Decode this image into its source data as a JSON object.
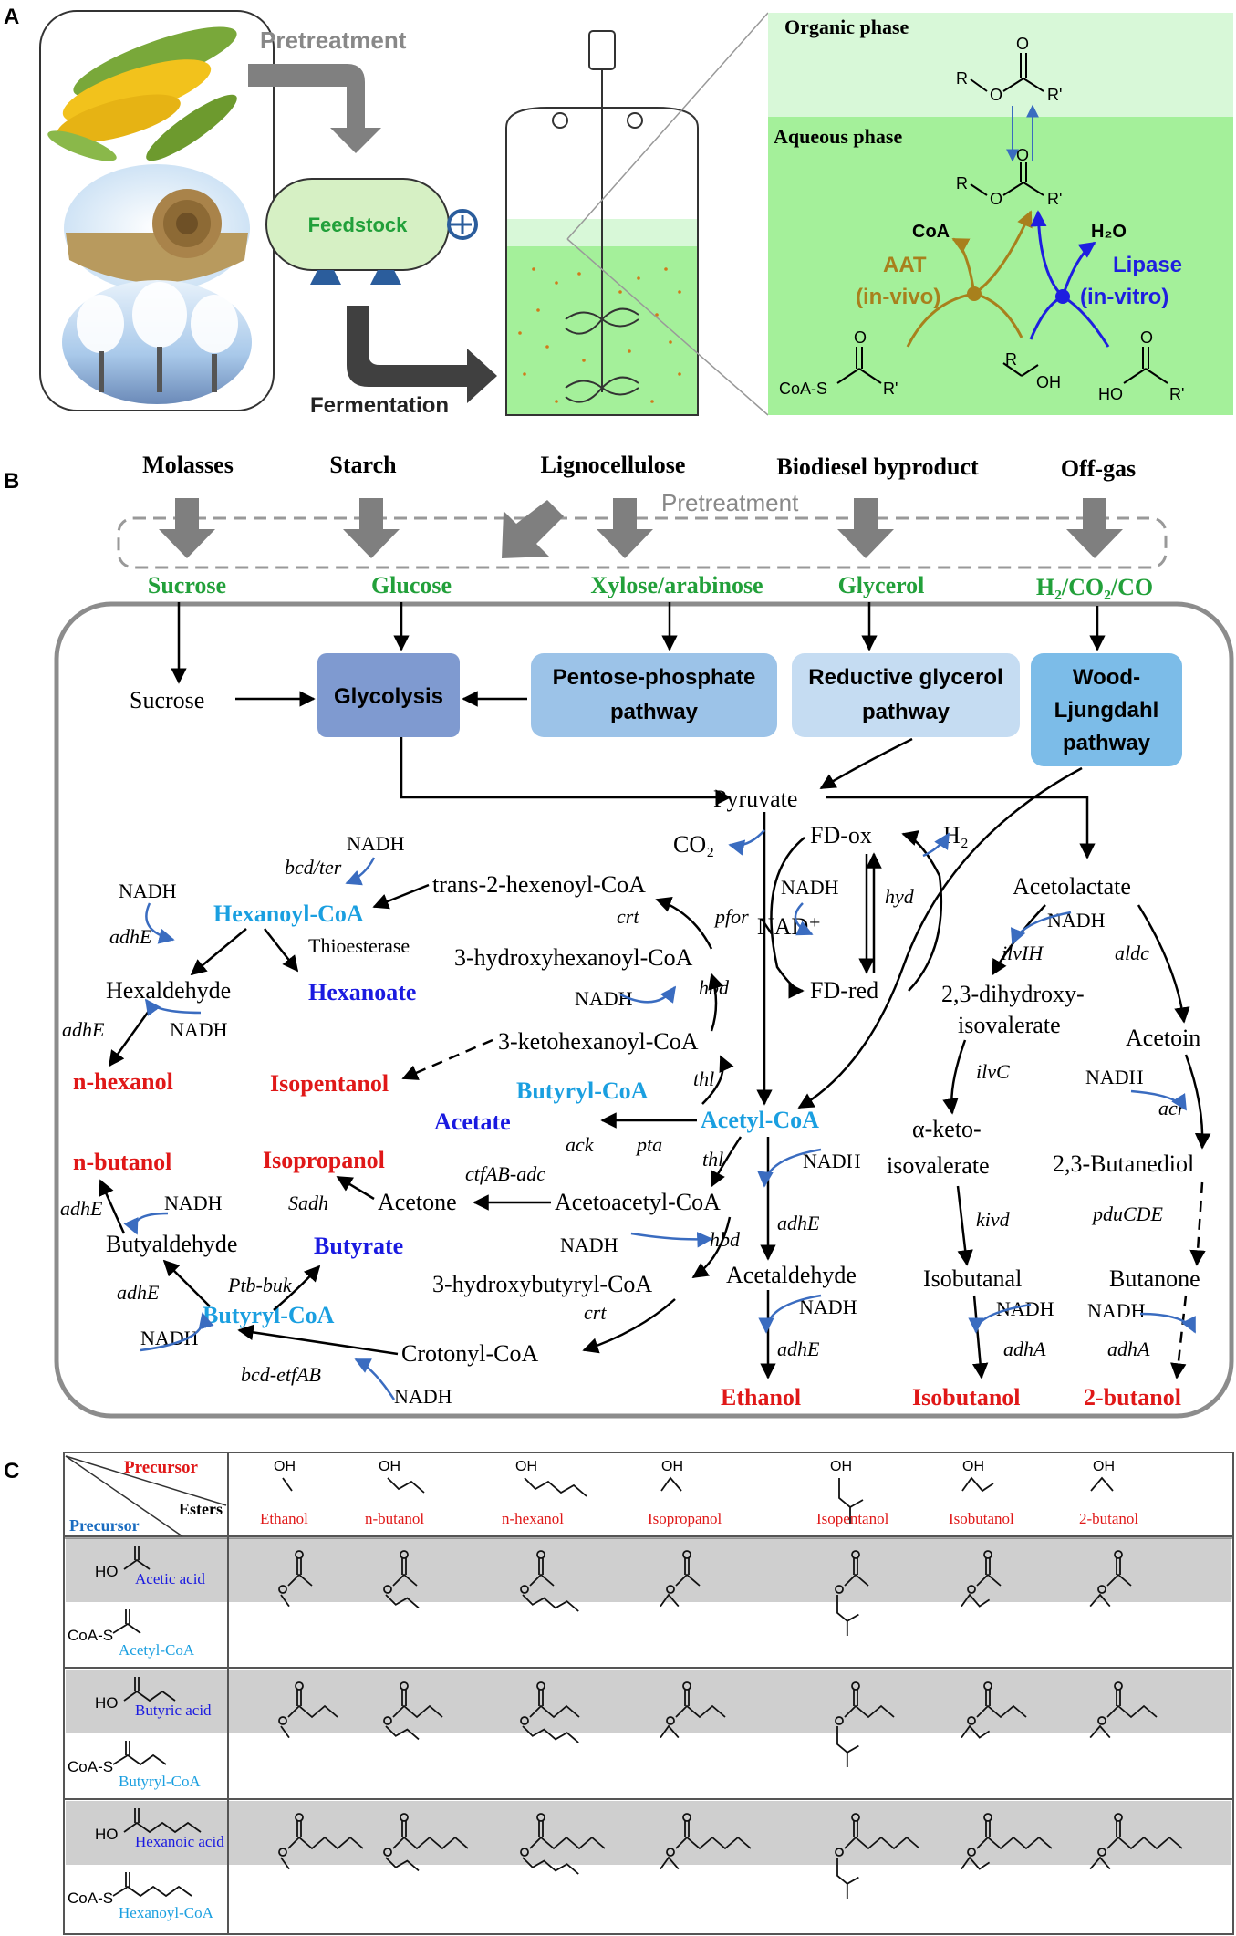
{
  "panels": {
    "a": "A",
    "b": "B",
    "c": "C"
  },
  "panel_a": {
    "pretreatment": "Pretreatment",
    "feedstock": "Feedstock",
    "fermentation": "Fermentation",
    "organic_phase": "Organic phase",
    "aqueous_phase": "Aqueous phase",
    "coa": "CoA",
    "h2o": "H₂O",
    "aat": "AAT",
    "aat_mode": "(in-vivo)",
    "lipase": "Lipase",
    "lipase_mode": "(in-vitro)",
    "r": "R",
    "r_prime": "R'",
    "o": "O",
    "oh": "OH",
    "ho": "HO",
    "coa_s": "CoA-S",
    "colors": {
      "organic": "#d8f8d8",
      "aqueous": "#a4f09a",
      "aat": "#a8801c",
      "lipase": "#1e1ee0",
      "arrow": "#808080",
      "arrow_dark": "#404040"
    }
  },
  "panel_b": {
    "sources": [
      "Molasses",
      "Starch",
      "Lignocellulose",
      "Biodiesel byproduct",
      "Off-gas"
    ],
    "pretreatment": "Pretreatment",
    "sugars": [
      "Sucrose",
      "Glucose",
      "Xylose/arabinose",
      "Glycerol",
      "H₂/CO₂/CO"
    ],
    "pathways": {
      "glycolysis": "Glycolysis",
      "ppp1": "Pentose-phosphate",
      "ppp2": "pathway",
      "rgp1": "Reductive glycerol",
      "rgp2": "pathway",
      "wlp1": "Wood-",
      "wlp2": "Ljungdahl",
      "wlp3": "pathway"
    },
    "metabolites": {
      "sucrose": "Sucrose",
      "pyruvate": "Pyruvate",
      "co2": "CO₂",
      "fd_ox": "FD-ox",
      "h2": "H₂",
      "nad_plus": "NAD⁺",
      "fd_red": "FD-red",
      "hexenoyl": "trans-2-hexenoyl-CoA",
      "hydroxyhexanoyl": "3-hydroxyhexanoyl-CoA",
      "ketohexanoyl": "3-ketohexanoyl-CoA",
      "hexanoyl": "Hexanoyl-CoA",
      "thioesterase": "Thioesterase",
      "hexaldehyde": "Hexaldehyde",
      "hexanoate": "Hexanoate",
      "n_hexanol": "n-hexanol",
      "isopentanol": "Isopentanol",
      "butyryl_1": "Butyryl-CoA",
      "acetate": "Acetate",
      "acetyl": "Acetyl-CoA",
      "n_butanol": "n-butanol",
      "isopropanol": "Isopropanol",
      "acetone": "Acetone",
      "acetoacetyl": "Acetoacetyl-CoA",
      "butyraldehyde": "Butyaldehyde",
      "butyrate": "Butyrate",
      "hydroxybutyryl": "3-hydroxybutyryl-CoA",
      "butyryl_2": "Butyryl-CoA",
      "crotonyl": "Crotonyl-CoA",
      "acetaldehyde": "Acetaldehyde",
      "ethanol": "Ethanol",
      "acetolactate": "Acetolactate",
      "dhiv1": "2,3-dihydroxy-",
      "dhiv2": "isovalerate",
      "akiv1": "α-keto-",
      "akiv2": "isovalerate",
      "isobutanal": "Isobutanal",
      "isobutanol": "Isobutanol",
      "acetoin": "Acetoin",
      "butanediol": "2,3-Butanediol",
      "butanone": "Butanone",
      "butanol2": "2-butanol"
    },
    "nadh": "NADH",
    "enzymes": {
      "bcd_ter": "bcd/ter",
      "adhE": "adhE",
      "crt": "crt",
      "hbd": "hbd",
      "thl": "thl",
      "ack": "ack",
      "pta": "pta",
      "ctfAB": "ctfAB-adc",
      "sadh": "Sadh",
      "ptb_buk": "Ptb-buk",
      "bcd_etfAB": "bcd-etfAB",
      "pfor": "pfor",
      "hyd": "hyd",
      "ilvIH": "ilvIH",
      "aldc": "aldc",
      "ilvC": "ilvC",
      "kivd": "kivd",
      "adhA": "adhA",
      "acr": "acr",
      "pduCDE": "pduCDE"
    },
    "colors": {
      "product": "#e01818",
      "coa": "#1a9fe0",
      "acid": "#1a1ae0",
      "sugar": "#22a03a",
      "cofactor_arrow": "#3a6cc0"
    }
  },
  "panel_c": {
    "header_precursor_red": "Precursor",
    "header_esters": "Esters",
    "header_precursor_blue": "Precursor",
    "alcohols": [
      "Ethanol",
      "n-butanol",
      "n-hexanol",
      "Isopropanol",
      "Isopentanol",
      "Isobutanol",
      "2-butanol"
    ],
    "oh": "OH",
    "acids": [
      {
        "acid": "Acetic acid",
        "coa": "Acetyl-CoA"
      },
      {
        "acid": "Butyric acid",
        "coa": "Butyryl-CoA"
      },
      {
        "acid": "Hexanoic acid",
        "coa": "Hexanoyl-CoA"
      }
    ],
    "ho": "HO",
    "coa_s": "CoA-S"
  }
}
